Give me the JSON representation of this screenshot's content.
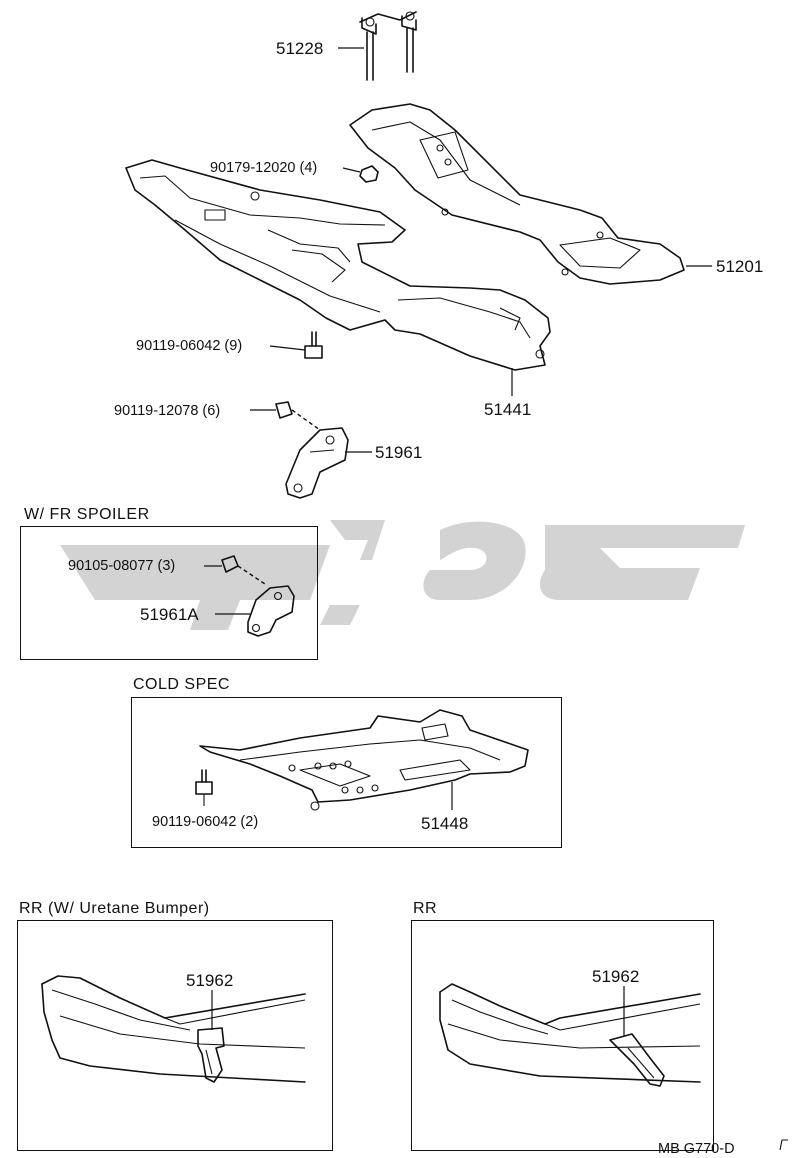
{
  "labels": {
    "p51228": "51228",
    "p90179": "90179-12020 (4)",
    "p51201": "51201",
    "p90119a": "90119-06042 (9)",
    "p51441": "51441",
    "p90119b": "90119-12078 (6)",
    "p51961": "51961",
    "p90105": "90105-08077 (3)",
    "p51961a": "51961A",
    "p90119c": "90119-06042 (2)",
    "p51448": "51448",
    "p51962a": "51962",
    "p51962b": "51962"
  },
  "sections": {
    "fr_spoiler": "W/ FR  SPOILER",
    "cold_spec": "COLD  SPEC",
    "rr_uretane": "RR   (W/ Uretane Bumper)",
    "rr": "RR"
  },
  "footer": {
    "code": "MB  G770-D"
  }
}
